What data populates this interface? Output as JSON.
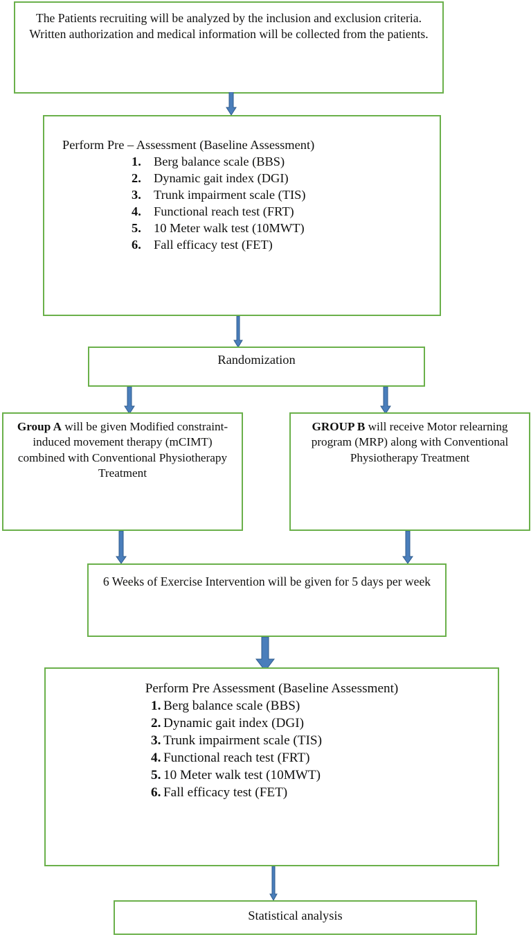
{
  "diagram": {
    "title": "Study protocol flowchart",
    "colors": {
      "box_border": "#6ab04a",
      "arrow_fill": "#4a7ebb",
      "arrow_stroke": "#2f5b8c",
      "text": "#10100f",
      "background": "#ffffff"
    },
    "nodes": {
      "recruiting": {
        "text": "The Patients recruiting will be analyzed by the inclusion and exclusion criteria. Written authorization and medical information will be collected from the patients."
      },
      "pre_assessment": {
        "heading": "Perform Pre – Assessment (Baseline Assessment)",
        "items": [
          {
            "num": "1.",
            "label": "Berg balance scale (BBS)"
          },
          {
            "num": "2.",
            "label": "Dynamic gait index (DGI)"
          },
          {
            "num": "3.",
            "label": "Trunk impairment scale (TIS)"
          },
          {
            "num": "4.",
            "label": "Functional reach test (FRT)"
          },
          {
            "num": "5.",
            "label": "10 Meter walk test (10MWT)"
          },
          {
            "num": "6.",
            "label": "Fall efficacy test (FET)"
          }
        ]
      },
      "randomization": {
        "label": "Randomization"
      },
      "group_a": {
        "bold_prefix": "Group A",
        "text": " will be given Modified constraint-induced movement therapy (mCIMT) combined with Conventional Physiotherapy Treatment"
      },
      "group_b": {
        "bold_prefix": "GROUP B",
        "text": " will receive Motor relearning program (MRP) along with Conventional Physiotherapy Treatment"
      },
      "six_weeks": {
        "text": "6 Weeks of Exercise Intervention will be given for 5 days per week"
      },
      "post_assessment": {
        "heading": "Perform Pre   Assessment (Baseline Assessment)",
        "items": [
          {
            "num": "1.",
            "label": "Berg balance scale (BBS)"
          },
          {
            "num": "2.",
            "label": "Dynamic gait index (DGI)"
          },
          {
            "num": "3.",
            "label": "Trunk impairment scale (TIS)"
          },
          {
            "num": "4.",
            "label": "Functional reach test (FRT)"
          },
          {
            "num": "5.",
            "label": "10 Meter walk test (10MWT)"
          },
          {
            "num": "6.",
            "label": "Fall efficacy test (FET)"
          }
        ]
      },
      "statistical": {
        "label": "Statistical analysis"
      }
    },
    "edges": [
      {
        "name": "recruiting-to-pre-assessment",
        "from": "recruiting",
        "to": "pre_assessment"
      },
      {
        "name": "pre-assessment-to-randomization",
        "from": "pre_assessment",
        "to": "randomization"
      },
      {
        "name": "randomization-to-group-a",
        "from": "randomization",
        "to": "group_a"
      },
      {
        "name": "randomization-to-group-b",
        "from": "randomization",
        "to": "group_b"
      },
      {
        "name": "group-a-to-six-weeks",
        "from": "group_a",
        "to": "six_weeks"
      },
      {
        "name": "group-b-to-six-weeks",
        "from": "group_b",
        "to": "six_weeks"
      },
      {
        "name": "six-weeks-to-post-assessment",
        "from": "six_weeks",
        "to": "post_assessment"
      },
      {
        "name": "post-assessment-to-statistical",
        "from": "post_assessment",
        "to": "statistical"
      }
    ]
  }
}
